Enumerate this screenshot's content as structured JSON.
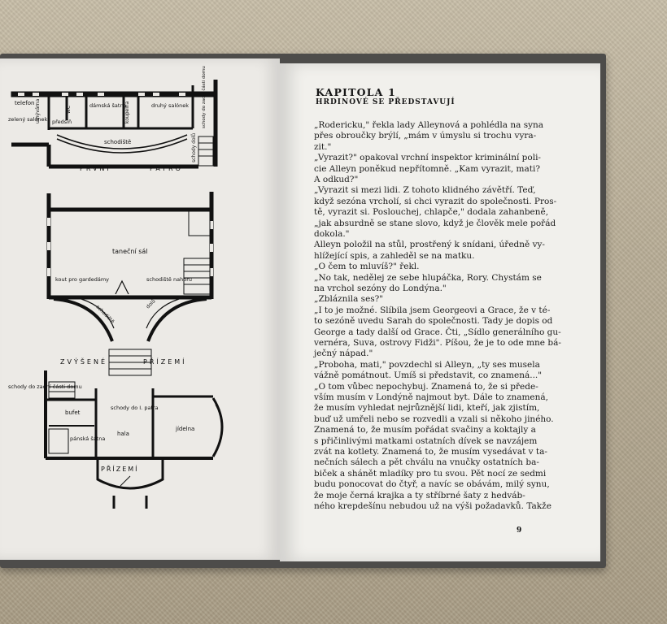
{
  "left_page": {
    "plan_labels": {
      "telefon": "telefon",
      "umyvarna": "umývárna",
      "wc": "WC",
      "zeleny_salonek": "zelený salónek",
      "predsin": "předsíň",
      "damska_satna": "dámská šatna",
      "koupelna": "koupelna",
      "druhy_salonek": "druhý salónek",
      "schody_zadni_top": "schody do zadní části domu",
      "schodiste_top": "schodiště",
      "schody_dolu": "schody dolů",
      "prvni": "PRVNÍ",
      "patro": "PATRO",
      "tanecni_sal": "taneční sál",
      "kout_pro_gardedamy": "kout pro gardedámy",
      "schodiste_nahoru": "schodiště nahoru",
      "schodiste_dolu_a": "schodiště",
      "schodiste_dolu_b": "dolů",
      "zvysene": "ZVÝŠENÉ",
      "prizemi_mid": "PŘÍZEMÍ",
      "schody_zadni_left": "schody do zadní části domu",
      "schody_do_patra": "schody do I. patra",
      "bufet": "bufet",
      "panska_satna": "pánská šatna",
      "hala": "hala",
      "jidelna": "jídelna",
      "prizemi_bottom": "PŘÍZEMÍ"
    }
  },
  "right_page": {
    "chapter_title": "KAPITOLA 1",
    "chapter_subtitle": "HRDINOVÉ SE PŘEDSTAVUJÍ",
    "lines": [
      "„Rodericku,\" řekla lady Alleynová a pohlédla na syna",
      "přes obroučky brýlí, „mám v úmyslu si trochu vyra-",
      "zit.\"",
      "„Vyrazit?\" opakoval vrchní inspektor kriminální poli-",
      "cie Alleyn poněkud nepřítomně. „Kam vyrazit, mati?",
      "A odkud?\"",
      "„Vyrazit si mezi lidi. Z tohoto klidného závětří. Teď,",
      "když sezóna vrcholí, si chci vyrazit do společnosti. Pros-",
      "tě, vyrazit si. Poslouchej, chlapče,\" dodala zahanbeně,",
      "„jak absurdně se stane slovo, když je člověk mele pořád",
      "dokola.\"",
      "Alleyn položil na stůl, prostřený k snídani, úředně vy-",
      "hlížející spis, a zahleděl se na matku.",
      "„O čem to mluvíš?\" řekl.",
      "„No tak, nedělej ze sebe hlupáčka, Rory. Chystám se",
      "na vrchol sezóny do Londýna.\"",
      "„Zbláznila ses?\"",
      "„I to je možné. Slíbila jsem Georgeovi a Grace, že v té-",
      "to sezóně uvedu Sarah do společnosti. Tady je dopis od",
      "George a tady další od Grace. Čti, „Sídlo generálního gu-",
      "vernéra, Suva, ostrovy Fidži\". Píšou, že je to ode mne bá-",
      "ječný nápad.\"",
      "„Proboha, mati,\" povzdechl si Alleyn, „ty ses musela",
      "vážně pomátnout. Umíš si představit, co znamená...\"",
      "„O tom vůbec nepochybuj. Znamená to, že si přede-",
      "vším musím v Londýně najmout byt. Dále to znamená,",
      "že musím vyhledat nejrůznější lidi, kteří, jak zjistím,",
      "buď už umřeli nebo se rozvedli a vzali si někoho jiného.",
      "Znamená to, že musím pořádat svačiny a koktajly a",
      "s přičinlivými matkami ostatních dívek se navzájem",
      "zvát na kotlety. Znamená to, že musím vysedávat v ta-",
      "nečních sálech a pět chválu na vnučky ostatních ba-",
      "biček a shánět mladíky pro tu svou. Pět nocí ze sedmi",
      "budu ponocovat do čtyř, a navíc se obávám, milý synu,",
      "že moje černá krajka a ty stříbrné šaty z hedváb-",
      "ného krepdešínu nebudou už na výši požadavků. Takže"
    ],
    "page_number": "9"
  }
}
